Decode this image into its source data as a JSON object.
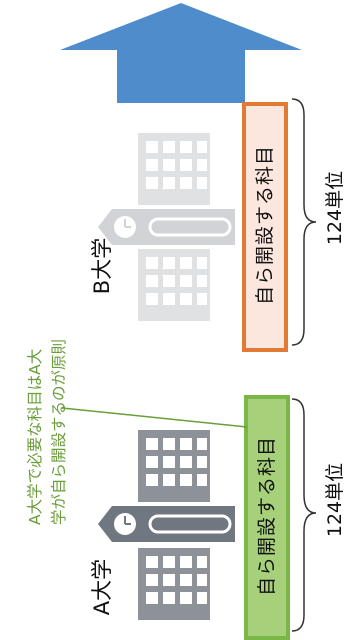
{
  "top_arrow": {
    "color": "#4f8ccc"
  },
  "university_b": {
    "label": "B大学",
    "box_text": "自ら開設する科目",
    "box_border": "#e07a35",
    "box_fill": "#fbe7dd",
    "credits": "124単位"
  },
  "university_a": {
    "label": "A大学",
    "box_text": "自ら開設する科目",
    "box_border": "#7ab648",
    "box_fill": "#a7d07a",
    "credits": "124単位"
  },
  "note": {
    "line1": "A大学で必要な科目はA大",
    "line2": "学が自ら開設するのが原則",
    "color": "#6a9e3a"
  }
}
